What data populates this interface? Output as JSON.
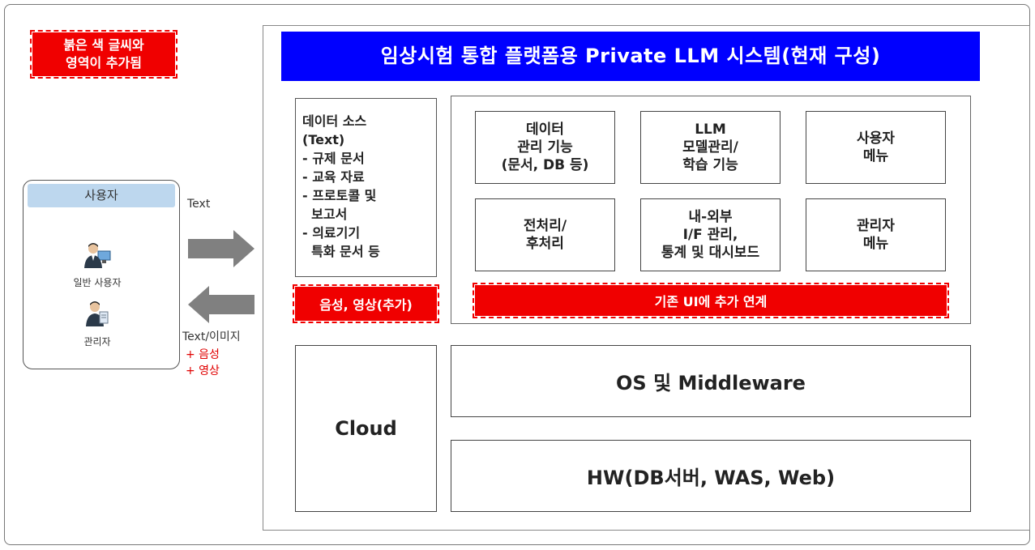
{
  "note": {
    "line1": "붉은 색 글씨와",
    "line2": "영역이 추가됨"
  },
  "user_panel": {
    "header": "사용자",
    "general_user": "일반 사용자",
    "admin": "관리자"
  },
  "arrows": {
    "in_label": "Text",
    "out_label": "Text/이미지",
    "out_add1": "+ 음성",
    "out_add2": "+ 영상"
  },
  "title": "임상시험 통합 플랫폼용 Private LLM 시스템(현재 구성)",
  "data_source": {
    "lines": [
      "데이터 소스",
      "(Text)",
      "- 규제 문서",
      "- 교육 자료",
      "- 프로토콜 및",
      "  보고서",
      "- 의료기기",
      "  특화 문서 등"
    ],
    "added": "음성, 영상(추가)"
  },
  "functions": [
    "데이터\n관리 기능\n(문서, DB  등)",
    "LLM\n모델관리/\n학습 기능",
    "사용자\n메뉴",
    "전처리/\n후처리",
    "내-외부\nI/F 관리,\n통계 및 대시보드",
    "관리자\n메뉴"
  ],
  "ui_added": "기존 UI에 추가 연계",
  "infra": {
    "cloud": "Cloud",
    "os": "OS 및 Middleware",
    "hw": "HW(DB서버, WAS, Web)"
  },
  "colors": {
    "title_bg": "#0000ff",
    "added_red": "#f00000",
    "user_header": "#bdd7ee",
    "arrow": "#808080"
  }
}
